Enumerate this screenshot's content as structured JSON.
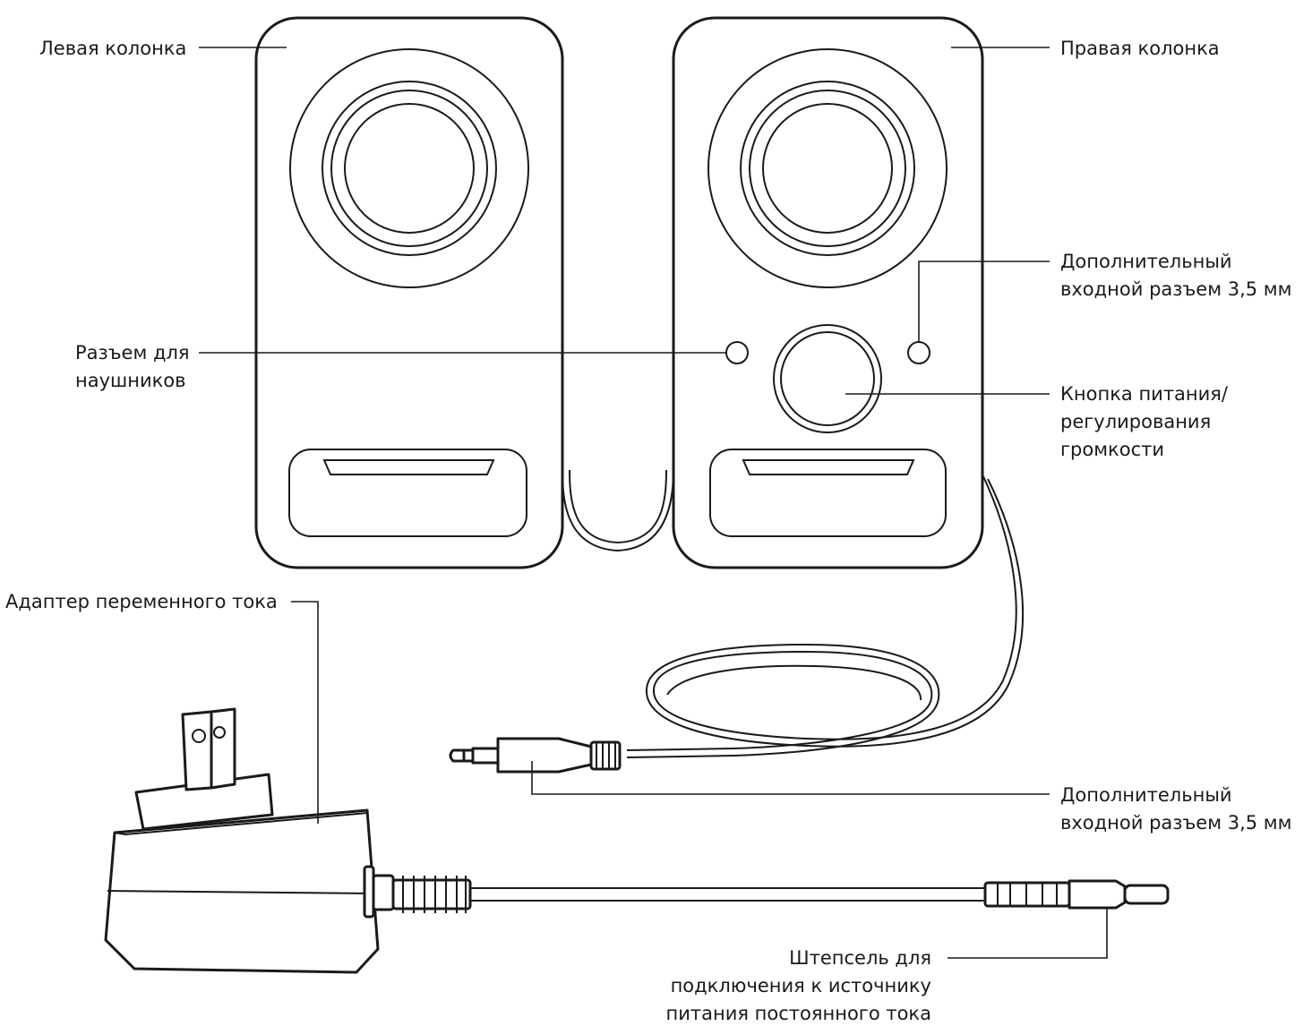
{
  "labels": {
    "left_speaker": "Левая колонка",
    "right_speaker": "Правая колонка",
    "aux_input_top_line1": "Дополнительный",
    "aux_input_top_line2": "входной разъем 3,5 мм",
    "headphone_jack_line1": "Разъем для",
    "headphone_jack_line2": "наушников",
    "power_volume_line1": "Кнопка питания/",
    "power_volume_line2": "регулирования",
    "power_volume_line3": "громкости",
    "ac_adapter": "Адаптер переменного тока",
    "aux_input_bottom_line1": "Дополнительный",
    "aux_input_bottom_line2": "входной разъем 3,5 мм",
    "dc_plug_line1": "Штепсель для",
    "dc_plug_line2": "подключения к источнику",
    "dc_plug_line3": "питания постоянного тока"
  },
  "colors": {
    "line": "#1a1a1a",
    "background": "#ffffff"
  }
}
